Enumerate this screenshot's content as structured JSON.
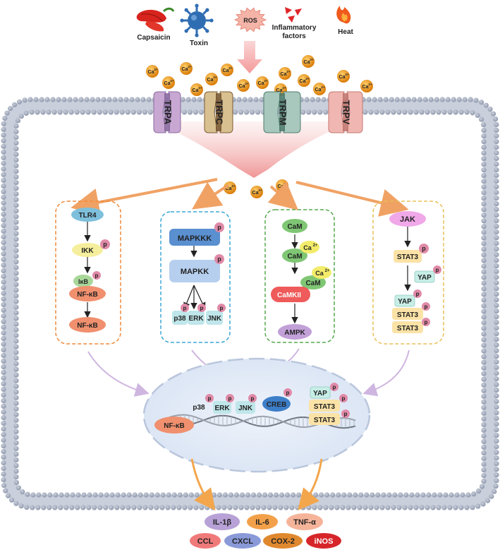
{
  "stimuli": {
    "capsaicin": "Capsaicin",
    "toxin": "Toxin",
    "ros": "ROS",
    "inflammatory_line1": "Inflammatory",
    "inflammatory_line2": "factors",
    "heat": "Heat"
  },
  "ion": {
    "label": "Ca",
    "charge": "2+"
  },
  "channels": [
    "TRPA",
    "TRPC",
    "TRPM",
    "TRPV"
  ],
  "phospho_label": "p",
  "tlr_pathway": {
    "tlr4": "TLR4",
    "ikk": "IKK",
    "ikb": "IκB",
    "nfkb": "NF-κB"
  },
  "mapk_pathway": {
    "mapkkk": "MAPKKK",
    "mapkk": "MAPKK",
    "p38": "p38",
    "erk": "ERK",
    "jnk": "JNK"
  },
  "cam_pathway": {
    "cam": "CaM",
    "camkii": "CaMKII",
    "ampk": "AMPK"
  },
  "jak_pathway": {
    "jak": "JAK",
    "stat3": "STAT3",
    "yap": "YAP"
  },
  "nucleus": {
    "creb": "CREB"
  },
  "outputs": {
    "il1b": "IL-1β",
    "il6": "IL-6",
    "tnfa": "TNF-α",
    "ccl": "CCL",
    "cxcl": "CXCL",
    "cox2": "COX-2",
    "inos": "iNOS"
  },
  "colors": {
    "membrane": "#8a93a8",
    "calcium": "#e58a12",
    "phospho": "#e08aa8",
    "tlr_box": "#ef8a3c",
    "mapk_box": "#3aa7d6",
    "cam_box": "#56a84e",
    "jak_box": "#e8c05a",
    "nucleus": "#dde8f6"
  }
}
